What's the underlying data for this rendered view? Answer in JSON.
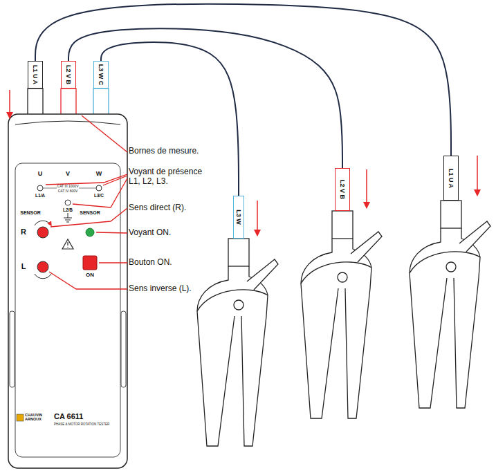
{
  "diagram": {
    "nodes": [
      {
        "text": [
          "L1 U A"
        ]
      },
      {
        "text": [
          "L2 V B"
        ]
      },
      {
        "text": [
          "L3 W C"
        ]
      },
      {
        "text": [
          "L3 W"
        ]
      },
      {
        "text": [
          "L2 V B"
        ]
      },
      {
        "text": [
          "L1 U A"
        ]
      }
    ],
    "edges": [
      {
        "from": 0,
        "to": 5,
        "arrow": "none"
      },
      {
        "from": 1,
        "to": 4,
        "arrow": "none"
      },
      {
        "from": 2,
        "to": 3,
        "arrow": "none"
      }
    ],
    "labels": [
      "U",
      "V",
      "W",
      "CAT III 1000V",
      "CAT IV 600V",
      "L1/A",
      "L2/B",
      "L3/C",
      "SENSOR",
      "SENSOR",
      "R",
      "L",
      "ON",
      "CHAUVIN ARNOUX",
      "CA 6611",
      "PHASE & MOTOR ROTATION TESTER",
      "Bornes de mesure.",
      "Voyant de présence L1, L2, L3.",
      "Sens direct (R).",
      "Voyant ON.",
      "Bouton ON.",
      "Sens inverse (L)."
    ]
  }
}
